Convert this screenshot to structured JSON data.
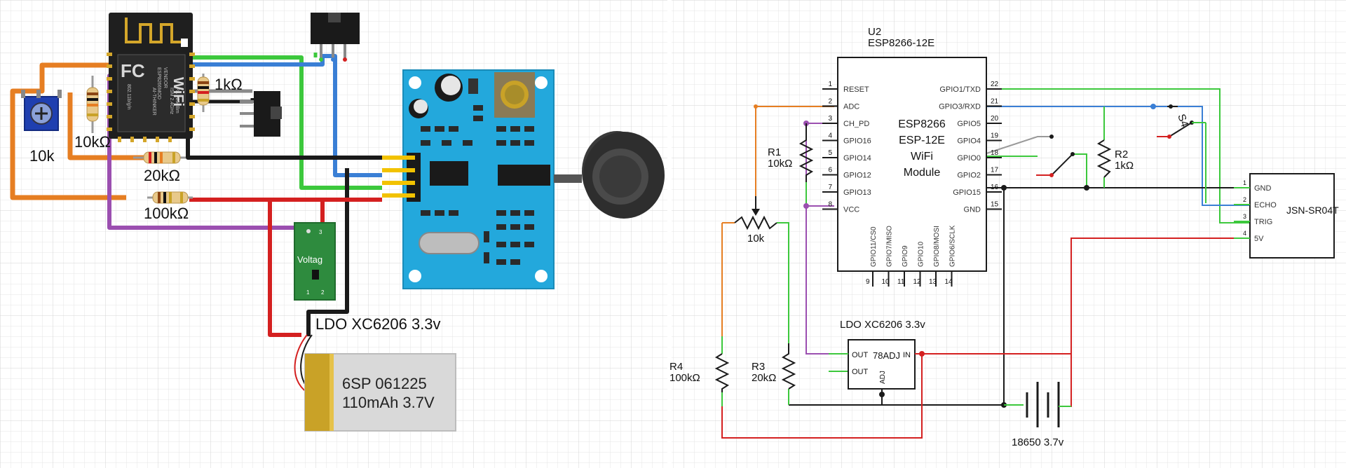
{
  "breadboard": {
    "module_labels": [
      "ESP8266MOD",
      "VENDOR",
      "AI-THINKER",
      "ISM 2.4GHz",
      "PA +25dBm",
      "802.11b/g/n"
    ],
    "wifi_label": "WiFi",
    "pot_label": "10k",
    "r_10k": "10kΩ",
    "r_1k": "1kΩ",
    "r_20k": "20kΩ",
    "r_100k": "100kΩ",
    "ldo_board_text": "Voltag",
    "ldo_label": "LDO XC6206 3.3v",
    "battery_line1": "6SP 061225",
    "battery_line2": "110mAh 3.7V"
  },
  "schematic": {
    "u2_ref": "U2",
    "u2_part": "ESP8266-12E",
    "chip_center": [
      "ESP8266",
      "ESP-12E",
      "WiFi",
      "Module"
    ],
    "left_pins": [
      {
        "num": "1",
        "name": "RESET"
      },
      {
        "num": "2",
        "name": "ADC"
      },
      {
        "num": "3",
        "name": "CH_PD"
      },
      {
        "num": "4",
        "name": "GPIO16"
      },
      {
        "num": "5",
        "name": "GPIO14"
      },
      {
        "num": "6",
        "name": "GPIO12"
      },
      {
        "num": "7",
        "name": "GPIO13"
      },
      {
        "num": "8",
        "name": "VCC"
      }
    ],
    "right_pins": [
      {
        "num": "22",
        "name": "GPIO1/TXD"
      },
      {
        "num": "21",
        "name": "GPIO3/RXD"
      },
      {
        "num": "20",
        "name": "GPIO5"
      },
      {
        "num": "19",
        "name": "GPIO4"
      },
      {
        "num": "18",
        "name": "GPIO0"
      },
      {
        "num": "17",
        "name": "GPIO2"
      },
      {
        "num": "16",
        "name": "GPIO15"
      },
      {
        "num": "15",
        "name": "GND"
      }
    ],
    "bottom_pins": [
      {
        "num": "9",
        "name": "GPIO11/CS0"
      },
      {
        "num": "10",
        "name": "GPIO7/MISO"
      },
      {
        "num": "11",
        "name": "GPIO9"
      },
      {
        "num": "12",
        "name": "GPIO10"
      },
      {
        "num": "13",
        "name": "GPIO8/MOSI"
      },
      {
        "num": "14",
        "name": "GPIO6/SCLK"
      }
    ],
    "r1_ref": "R1",
    "r1_val": "10kΩ",
    "r2_ref": "R2",
    "r2_val": "1kΩ",
    "r3_ref": "R3",
    "r3_val": "20kΩ",
    "r4_ref": "R4",
    "r4_val": "100kΩ",
    "pot_val": "10k",
    "s4_ref": "S4",
    "sensor_name": "JSN-SR04T",
    "sensor_pins": [
      {
        "num": "1",
        "name": "GND"
      },
      {
        "num": "2",
        "name": "ECHO"
      },
      {
        "num": "3",
        "name": "TRIG"
      },
      {
        "num": "4",
        "name": "5V"
      }
    ],
    "ldo_title": "LDO XC6206 3.3v",
    "ldo_part": "78ADJ",
    "ldo_out1": "OUT",
    "ldo_out2": "OUT",
    "ldo_in": "IN",
    "ldo_adj": "ADJ",
    "battery_label": "18650 3.7v"
  },
  "colors": {
    "wire_orange": "#e67e22",
    "wire_green": "#3cc83c",
    "wire_blue": "#3a7fd5",
    "wire_red": "#d42020",
    "wire_purple": "#9b4fb0",
    "wire_black": "#1a1a1a",
    "board_blue": "#23a8dc",
    "pcb_green": "#2e8b3e"
  }
}
